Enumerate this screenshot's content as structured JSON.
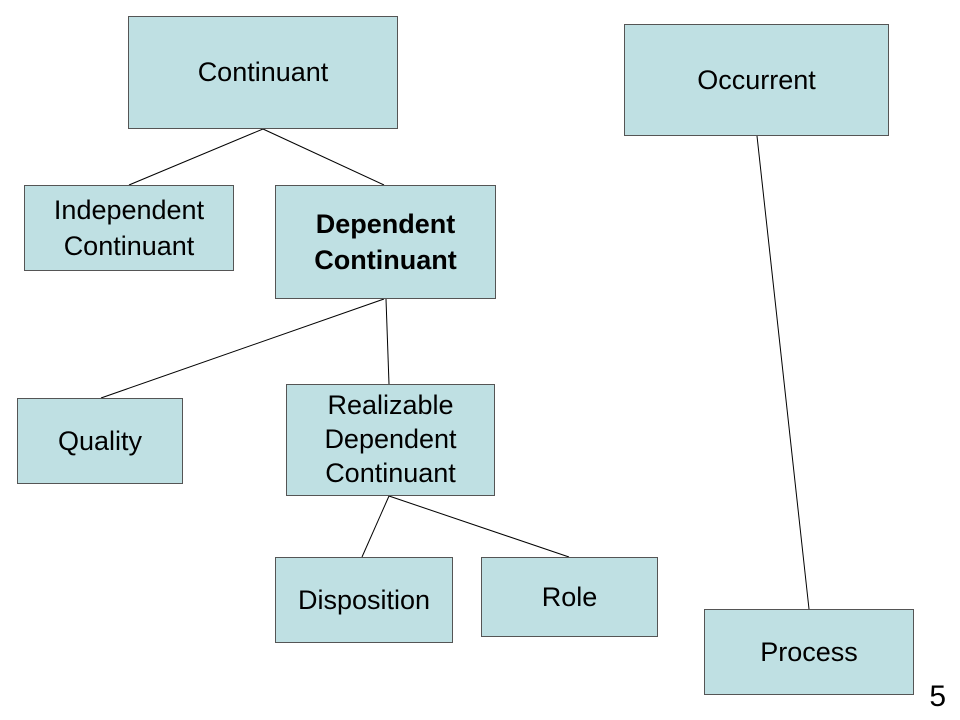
{
  "diagram": {
    "node_fill": "#bfe0e3",
    "nodes": {
      "continuant": {
        "label": "Continuant"
      },
      "occurrent": {
        "label": "Occurrent"
      },
      "independent_continuant": {
        "label": "Independent\nContinuant"
      },
      "dependent_continuant": {
        "label": "Dependent\nContinuant"
      },
      "quality": {
        "label": "Quality"
      },
      "realizable_dependent_continuant": {
        "label": "Realizable\n Dependent\nContinuant"
      },
      "disposition": {
        "label": "Disposition"
      },
      "role": {
        "label": "Role"
      },
      "process": {
        "label": "Process"
      }
    },
    "edges": [
      {
        "from": "continuant",
        "to": "independent_continuant"
      },
      {
        "from": "continuant",
        "to": "dependent_continuant"
      },
      {
        "from": "dependent_continuant",
        "to": "quality"
      },
      {
        "from": "dependent_continuant",
        "to": "realizable_dependent_continuant"
      },
      {
        "from": "realizable_dependent_continuant",
        "to": "disposition"
      },
      {
        "from": "realizable_dependent_continuant",
        "to": "role"
      },
      {
        "from": "occurrent",
        "to": "process"
      }
    ]
  },
  "page_number": "5"
}
